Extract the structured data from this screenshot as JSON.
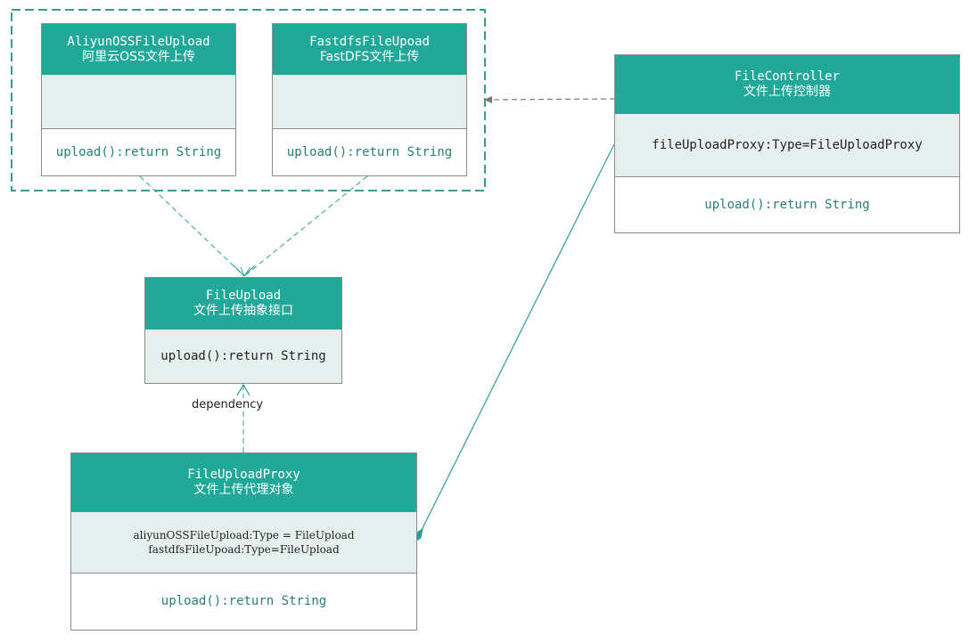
{
  "classes": {
    "aliyun": {
      "name": "AliyunOSSFileUpload",
      "desc": "阿里云OSS文件上传",
      "attributes": [],
      "method": "upload():return String"
    },
    "fastdfs": {
      "name": "FastdfsFileUpoad",
      "desc": "FastDFS文件上传",
      "attributes": [],
      "method": "upload():return String"
    },
    "controller": {
      "name": "FileController",
      "desc": "文件上传控制器",
      "attribute": "fileUploadProxy:Type=FileUploadProxy",
      "method": "upload():return String"
    },
    "fileupload": {
      "name": "FileUpload",
      "desc": "文件上传抽象接口",
      "method": "upload():return String"
    },
    "proxy": {
      "name": "FileUploadProxy",
      "desc": "文件上传代理对象",
      "attribute_1": "aliyunOSSFileUpload:Type = FileUpload",
      "attribute_2": "fastdfsFileUpoad:Type=FileUpload",
      "method": "upload():return String"
    }
  },
  "relations": {
    "dependency_label": "dependency"
  },
  "colors": {
    "header": "#21a899",
    "attribute_band": "#e5f0ee",
    "connector": "#2aa192",
    "border": "#8c8c8c",
    "dashed_group": "#3a9c95",
    "arrow_gray": "#777777"
  }
}
